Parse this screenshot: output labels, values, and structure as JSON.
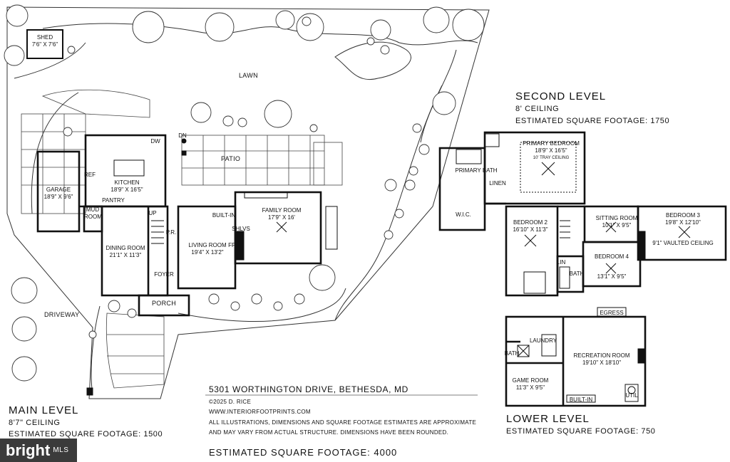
{
  "site": {
    "lawn": "LAWN",
    "driveway": "DRIVEWAY",
    "patio": "PATIO",
    "porch": "PORCH",
    "shed_name": "SHED",
    "shed_dims": "7'6\" X 7'6\""
  },
  "main_level": {
    "title": "MAIN LEVEL",
    "ceiling": "8'7\" CEILING",
    "sqft": "ESTIMATED SQUARE FOOTAGE: 1500",
    "rooms": {
      "garage": {
        "name": "GARAGE",
        "dims": "18'9\" X 9'6\""
      },
      "kitchen": {
        "name": "KITCHEN",
        "dims": "18'9\" X 16'5\""
      },
      "pantry": {
        "name": "PANTRY"
      },
      "mud_room": {
        "name": "MUD ROOM"
      },
      "dining": {
        "name": "DINING ROOM",
        "dims": "21'1\" X 11'3\""
      },
      "pr": {
        "name": "P.R."
      },
      "living": {
        "name": "LIVING ROOM",
        "dims": "19'4\" X 13'2\""
      },
      "family": {
        "name": "FAMILY ROOM",
        "dims": "17'9\" X 16'"
      },
      "foyer": {
        "name": "FOYER"
      }
    },
    "marks": {
      "built_in": "BUILT-IN",
      "shlvs": "SHLVS",
      "ff": "FF",
      "dn": "DN",
      "up": "UP",
      "ref": "REF",
      "dw": "DW"
    }
  },
  "second_level": {
    "title": "SECOND LEVEL",
    "ceiling": "8' CEILING",
    "sqft": "ESTIMATED SQUARE FOOTAGE: 1750",
    "rooms": {
      "primary_bed": {
        "name": "PRIMARY BEDROOM",
        "dims": "18'9\" X 16'5\"",
        "note": "10' TRAY CEILING"
      },
      "primary_bath": {
        "name": "PRIMARY BATH"
      },
      "linen": {
        "name": "LINEN"
      },
      "wic": {
        "name": "W.I.C."
      },
      "bed2": {
        "name": "BEDROOM 2",
        "dims": "16'10\" X 11'3\""
      },
      "sitting": {
        "name": "SITTING ROOM",
        "dims": "10'1\" X 9'5\""
      },
      "bed3": {
        "name": "BEDROOM 3",
        "dims": "19'8\" X 12'10\"",
        "note": "9'1\" VAULTED CEILING"
      },
      "bed4": {
        "name": "BEDROOM 4",
        "dims": "13'1\" X 9'5\""
      },
      "bath": {
        "name": "BATH"
      },
      "lin": {
        "name": "LIN"
      }
    }
  },
  "lower_level": {
    "title": "LOWER LEVEL",
    "sqft": "ESTIMATED SQUARE FOOTAGE: 750",
    "rooms": {
      "recreation": {
        "name": "RECREATION ROOM",
        "dims": "19'10\" X 18'10\""
      },
      "game": {
        "name": "GAME ROOM",
        "dims": "11'3\" X 9'5\""
      },
      "laundry": {
        "name": "LAUNDRY"
      },
      "bath": {
        "name": "BATH"
      },
      "util": {
        "name": "UTIL"
      },
      "egress": {
        "name": "EGRESS"
      },
      "built_in": {
        "name": "BUILT-IN"
      }
    }
  },
  "info": {
    "address": "5301 WORTHINGTON DRIVE, BETHESDA, MD",
    "copyright": "©2025 D. RICE",
    "website": "WWW.INTERIORFOOTPRINTS.COM",
    "disclaimer_1": "ALL ILLUSTRATIONS, DIMENSIONS AND SQUARE FOOTAGE ESTIMATES ARE APPROXIMATE",
    "disclaimer_2": "AND MAY VARY FROM ACTUAL STRUCTURE. DIMENSIONS HAVE BEEN ROUNDED.",
    "total": "ESTIMATED SQUARE FOOTAGE: 4000"
  },
  "badge": {
    "brand": "bright",
    "suffix": "MLS"
  },
  "colors": {
    "wall": "#111111",
    "line": "#333333",
    "badge_bg": "#3b3b3b"
  }
}
